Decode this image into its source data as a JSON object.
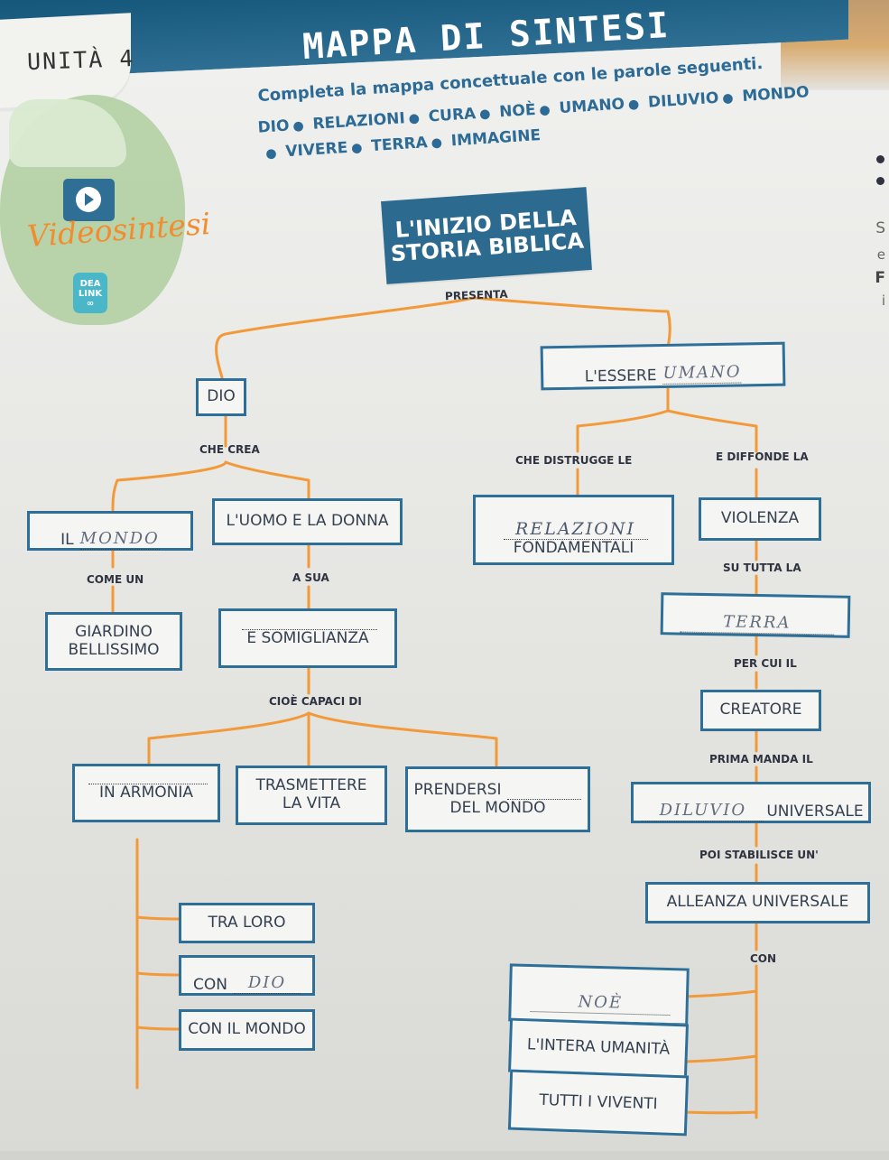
{
  "header": {
    "unit": "UNITÀ 4",
    "title": "MAPPA DI SINTESI"
  },
  "instructions": {
    "text": "Completa la mappa concettuale con le parole seguenti.",
    "words_line_1": [
      "DIO",
      "RELAZIONI",
      "CURA",
      "NOÈ",
      "UMANO",
      "DILUVIO",
      "MONDO"
    ],
    "words_line_2": [
      "VIVERE",
      "TERRA",
      "IMMAGINE"
    ]
  },
  "sidebar": {
    "videosintesi": "Videosintesi",
    "deal_link_top": "DEA",
    "deal_link_bottom": "LINK",
    "side_letters": [
      "S",
      "e",
      "F",
      "i"
    ]
  },
  "map": {
    "root": "L'INIZIO DELLA STORIA BIBLICA",
    "connectors": {
      "presenta": "PRESENTA",
      "che_crea": "CHE CREA",
      "che_distrugge": "CHE DISTRUGGE LE",
      "e_diffonde": "E DIFFONDE LA",
      "come_un": "COME UN",
      "a_sua": "A SUA",
      "cioe_capaci": "CIOÈ CAPACI DI",
      "su_tutta": "SU TUTTA LA",
      "per_cui": "PER CUI IL",
      "prima_manda": "PRIMA MANDA IL",
      "poi_stabilisce": "POI STABILISCE UN'",
      "con": "CON"
    },
    "nodes": {
      "dio": "DIO",
      "essere_prefix": "L'ESSERE",
      "essere_fill": "UMANO",
      "mondo_prefix": "IL",
      "mondo_fill": "MONDO",
      "uomo_donna": "L'UOMO E LA DONNA",
      "relazioni_fill": "RELAZIONI",
      "relazioni_suffix": "FONDAMENTALI",
      "violenza": "VIOLENZA",
      "giardino_line_1": "GIARDINO",
      "giardino_line_2": "BELLISSIMO",
      "immagine_suffix": "E SOMIGLIANZA",
      "terra_fill": "TERRA",
      "creatore": "CREATORE",
      "armonia_suffix": "IN ARMONIA",
      "trasmettere_line_1": "TRASMETTERE",
      "trasmettere_line_2": "LA VITA",
      "prendersi_prefix": "PRENDERSI",
      "prendersi_suffix": "DEL MONDO",
      "diluvio_fill": "DILUVIO",
      "diluvio_suffix": "UNIVERSALE",
      "alleanza": "ALLEANZA UNIVERSALE",
      "tra_loro": "TRA LORO",
      "con_prefix": "CON",
      "con_fill": "DIO",
      "con_il_mondo": "CON IL MONDO",
      "noe_fill": "NOÈ",
      "intera_umanita": "L'INTERA UMANITÀ",
      "tutti_viventi": "TUTTI I VIVENTI"
    }
  },
  "colors": {
    "header_blue": "#15567b",
    "map_blue": "#2d6f98",
    "orange": "#f29a3a",
    "green": "#b5d1a6"
  }
}
